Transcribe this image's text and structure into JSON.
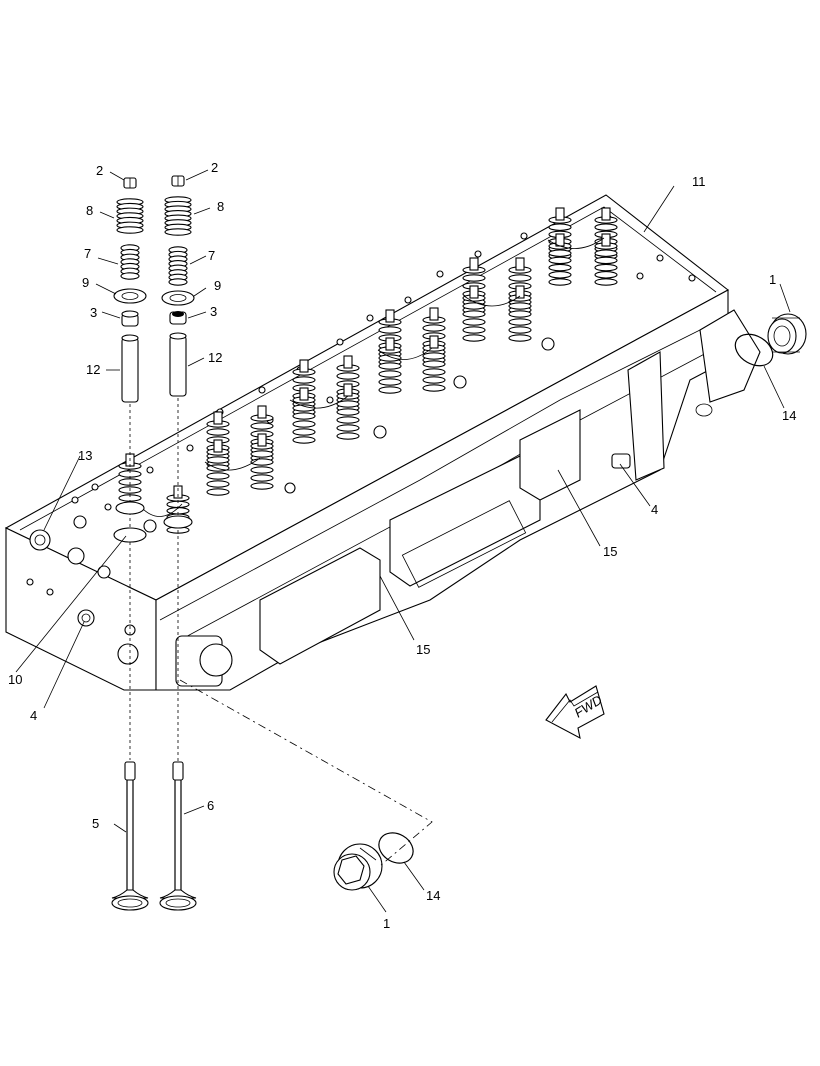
{
  "diagram": {
    "fwd_label": "FWD",
    "callouts": [
      {
        "id": "c-1-top",
        "text": "1"
      },
      {
        "id": "c-1-bottom",
        "text": "1"
      },
      {
        "id": "c-2-left",
        "text": "2"
      },
      {
        "id": "c-2-right",
        "text": "2"
      },
      {
        "id": "c-3-left",
        "text": "3"
      },
      {
        "id": "c-3-right",
        "text": "3"
      },
      {
        "id": "c-4-left",
        "text": "4"
      },
      {
        "id": "c-4-right",
        "text": "4"
      },
      {
        "id": "c-5",
        "text": "5"
      },
      {
        "id": "c-6",
        "text": "6"
      },
      {
        "id": "c-7-left",
        "text": "7"
      },
      {
        "id": "c-7-right",
        "text": "7"
      },
      {
        "id": "c-8-left",
        "text": "8"
      },
      {
        "id": "c-8-right",
        "text": "8"
      },
      {
        "id": "c-9-left",
        "text": "9"
      },
      {
        "id": "c-9-right",
        "text": "9"
      },
      {
        "id": "c-10",
        "text": "10"
      },
      {
        "id": "c-11",
        "text": "11"
      },
      {
        "id": "c-12-left",
        "text": "12"
      },
      {
        "id": "c-12-right",
        "text": "12"
      },
      {
        "id": "c-13",
        "text": "13"
      },
      {
        "id": "c-14-top",
        "text": "14"
      },
      {
        "id": "c-14-bottom",
        "text": "14"
      },
      {
        "id": "c-15-upper",
        "text": "15"
      },
      {
        "id": "c-15-lower",
        "text": "15"
      }
    ]
  }
}
